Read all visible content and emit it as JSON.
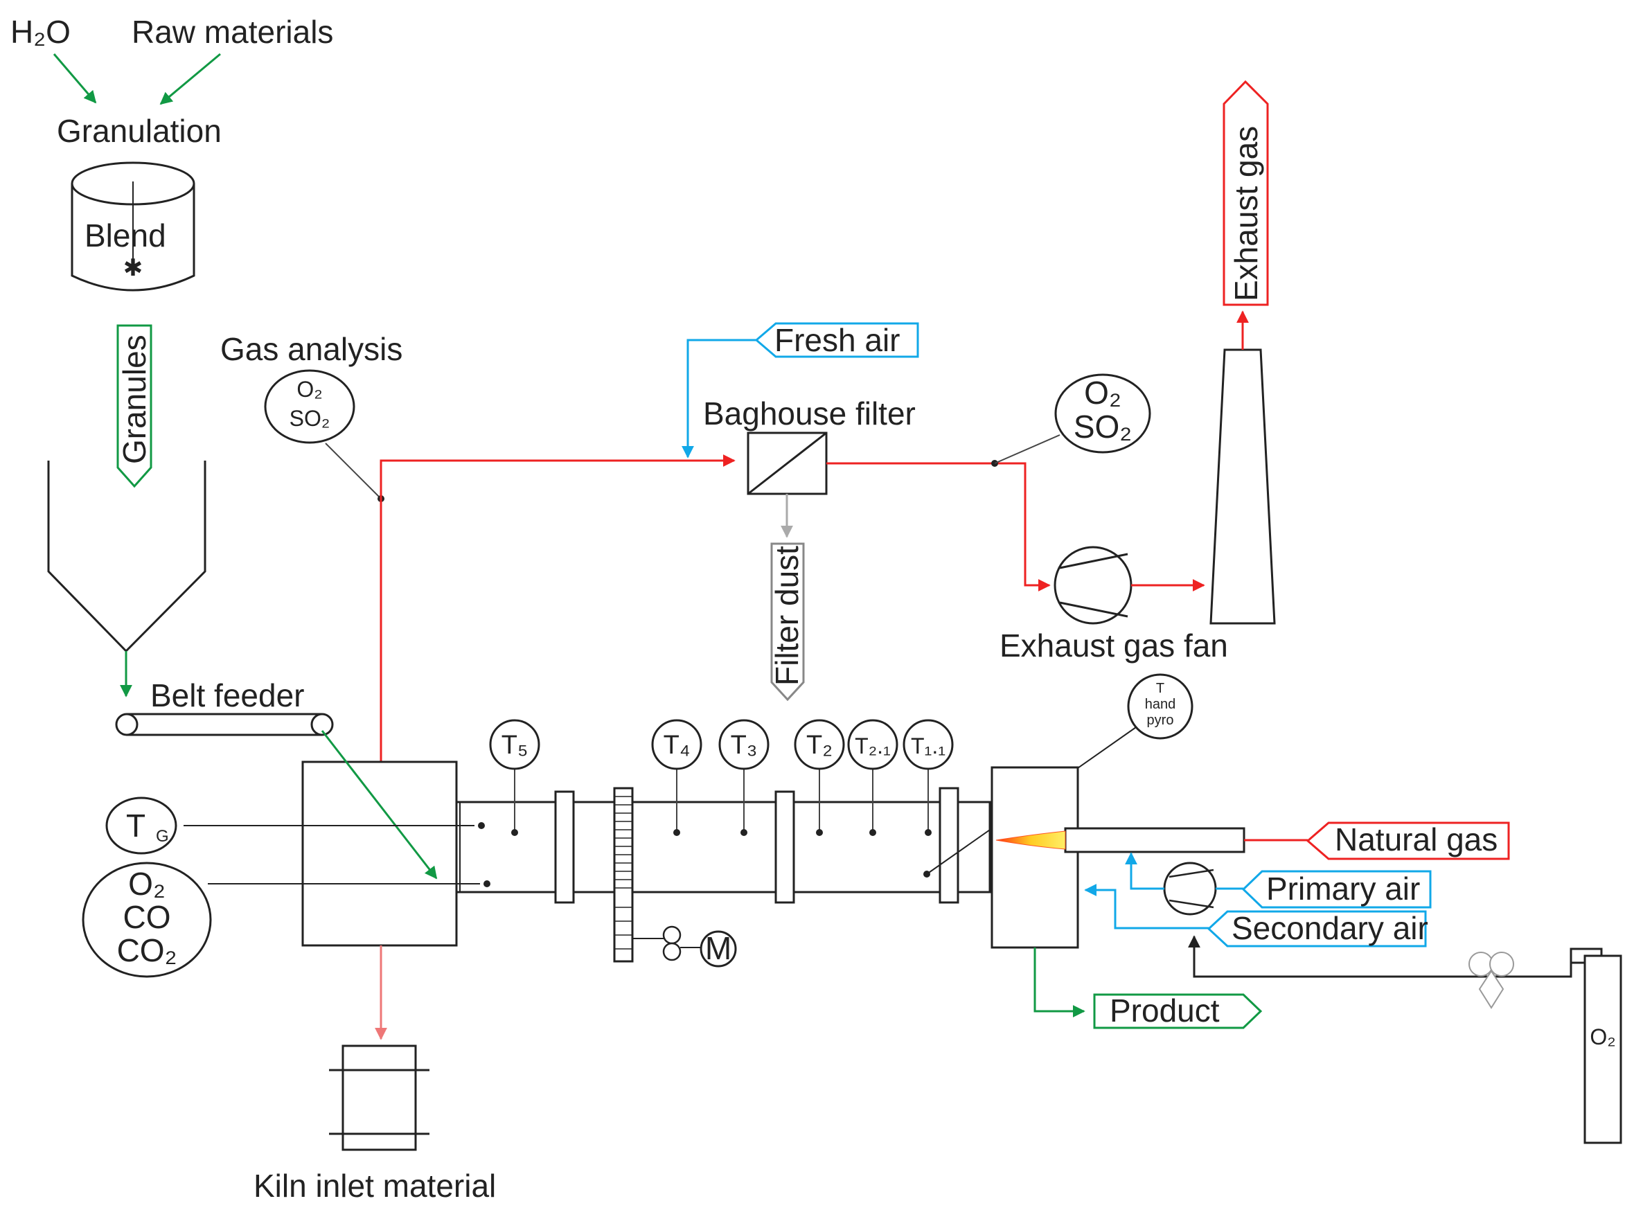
{
  "inputs": {
    "water": "H₂O",
    "raw_materials": "Raw materials"
  },
  "granulation": {
    "title": "Granulation",
    "drum_label": "Blend",
    "granules_label": "Granules"
  },
  "belt_feeder": "Belt feeder",
  "gas_analysis": {
    "title": "Gas analysis",
    "o2": "O₂",
    "so2": "SO₂"
  },
  "fresh_air": "Fresh air",
  "baghouse_filter": "Baghouse filter",
  "filter_dust": "Filter dust",
  "stack_analyzer": {
    "o2": "O₂",
    "so2": "SO₂"
  },
  "exhaust_gas": "Exhaust gas",
  "exhaust_gas_fan": "Exhaust gas fan",
  "hand_pyro": {
    "line1": "T",
    "line2": "hand",
    "line3": "pyro"
  },
  "thermocouples": [
    "T₅",
    "T₄",
    "T₃",
    "T₂",
    "T₂.₁",
    "T₁.₁"
  ],
  "inlet_analyzers": {
    "tg": {
      "main": "T",
      "sub": "G"
    },
    "gases": [
      "O₂",
      "CO",
      "CO₂"
    ]
  },
  "motor": "M",
  "natural_gas": "Natural gas",
  "primary_air": "Primary air",
  "secondary_air": "Secondary air",
  "product": "Product",
  "kiln_inlet_material": "Kiln inlet material",
  "oxygen_bottle": "O₂",
  "colors": {
    "green": "#119944",
    "red": "#ee2222",
    "blue": "#11a8e8",
    "grey": "#aaaaaa",
    "dark": "#222222"
  }
}
